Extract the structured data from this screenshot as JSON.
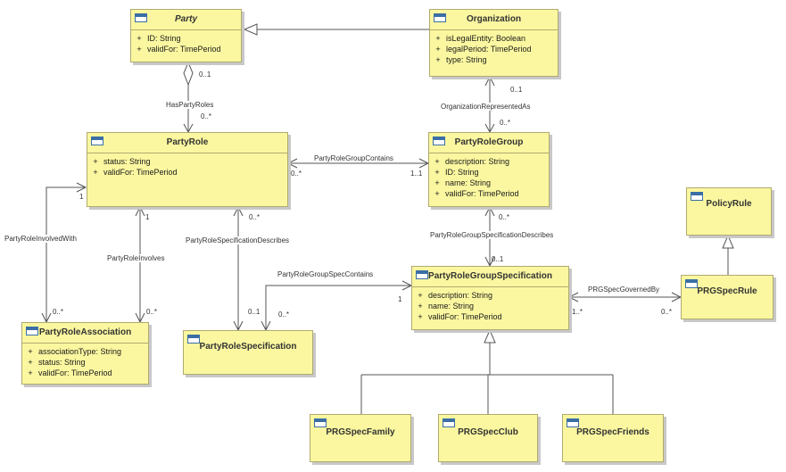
{
  "classes": {
    "party": {
      "name": "Party",
      "attrs": [
        "ID: String",
        "validFor: TimePeriod"
      ]
    },
    "organization": {
      "name": "Organization",
      "attrs": [
        "isLegalEntity: Boolean",
        "legalPeriod: TimePeriod",
        "type: String"
      ]
    },
    "party_role": {
      "name": "PartyRole",
      "attrs": [
        "status: String",
        "validFor: TimePeriod"
      ]
    },
    "party_role_group": {
      "name": "PartyRoleGroup",
      "attrs": [
        "description: String",
        "ID: String",
        "name: String",
        "validFor: TimePeriod"
      ]
    },
    "policy_rule": {
      "name": "PolicyRule"
    },
    "party_role_association": {
      "name": "PartyRoleAssociation",
      "attrs": [
        "associationType: String",
        "status: String",
        "validFor: TimePeriod"
      ]
    },
    "party_role_specification": {
      "name": "PartyRoleSpecification"
    },
    "party_role_group_specification": {
      "name": "PartyRoleGroupSpecification",
      "attrs": [
        "description: String",
        "name: String",
        "validFor: TimePeriod"
      ]
    },
    "prg_spec_rule": {
      "name": "PRGSpecRule"
    },
    "prg_spec_family": {
      "name": "PRGSpecFamily"
    },
    "prg_spec_club": {
      "name": "PRGSpecClub"
    },
    "prg_spec_friends": {
      "name": "PRGSpecFriends"
    }
  },
  "visibility": "+",
  "associations": {
    "has_party_roles": {
      "name": "HasPartyRoles",
      "source_mult": "0..1",
      "target_mult": "0..*"
    },
    "organization_represented_as": {
      "name": "OrganizationRepresentedAs",
      "source_mult": "0..1",
      "target_mult": "0..*"
    },
    "party_role_group_contains": {
      "name": "PartyRoleGroupContains",
      "source_mult": "0..*",
      "target_mult": "1..1"
    },
    "party_role_involved_with": {
      "name": "PartyRoleInvolvedWith",
      "source_mult": "1",
      "target_mult": "0..*"
    },
    "party_role_involves": {
      "name": "PartyRoleInvolves",
      "source_mult": "1",
      "target_mult": "0..*"
    },
    "party_role_specification_describes": {
      "name": "PartyRoleSpecificationDescribes",
      "source_mult": "0..*",
      "target_mult": "0..1"
    },
    "party_role_group_specification_describes": {
      "name": "PartyRoleGroupSpecificationDescribes",
      "source_mult": "0..*",
      "target_mult": "0..1"
    },
    "party_role_group_spec_contains": {
      "name": "PartyRoleGroupSpecContains",
      "source_mult": "1",
      "target_mult": "0..*"
    },
    "prg_spec_governed_by": {
      "name": "PRGSpecGovernedBy",
      "source_mult": "1..*",
      "target_mult": "0..*"
    }
  }
}
